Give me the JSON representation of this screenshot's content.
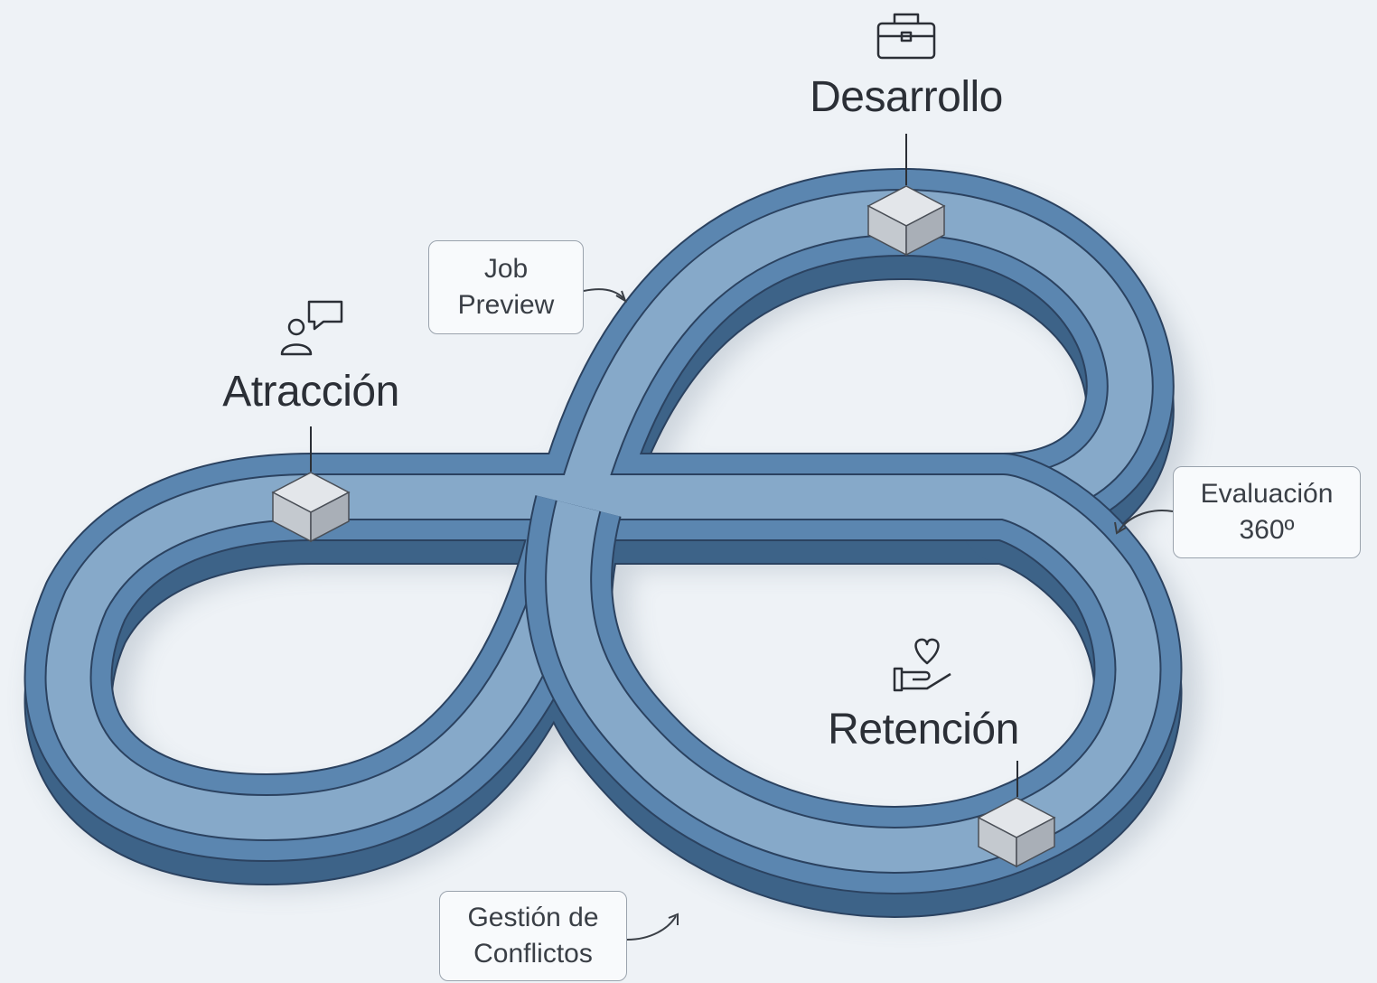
{
  "stages": {
    "atraccion": {
      "label": "Atracción",
      "icon": "person-chat-icon"
    },
    "desarrollo": {
      "label": "Desarrollo",
      "icon": "briefcase-icon"
    },
    "retencion": {
      "label": "Retención",
      "icon": "hand-heart-icon"
    }
  },
  "callouts": {
    "job_preview": {
      "line1": "Job",
      "line2": "Preview"
    },
    "evaluacion": {
      "line1": "Evaluación",
      "line2": "360º"
    },
    "gestion": {
      "line1": "Gestión de",
      "line2": "Conflictos"
    }
  },
  "colors": {
    "track": "#5b86b0",
    "track_light": "#86a9c9",
    "track_side": "#3d6388",
    "outline": "#2b4260",
    "background": "#eef2f6",
    "node": "#c4c9cf"
  }
}
